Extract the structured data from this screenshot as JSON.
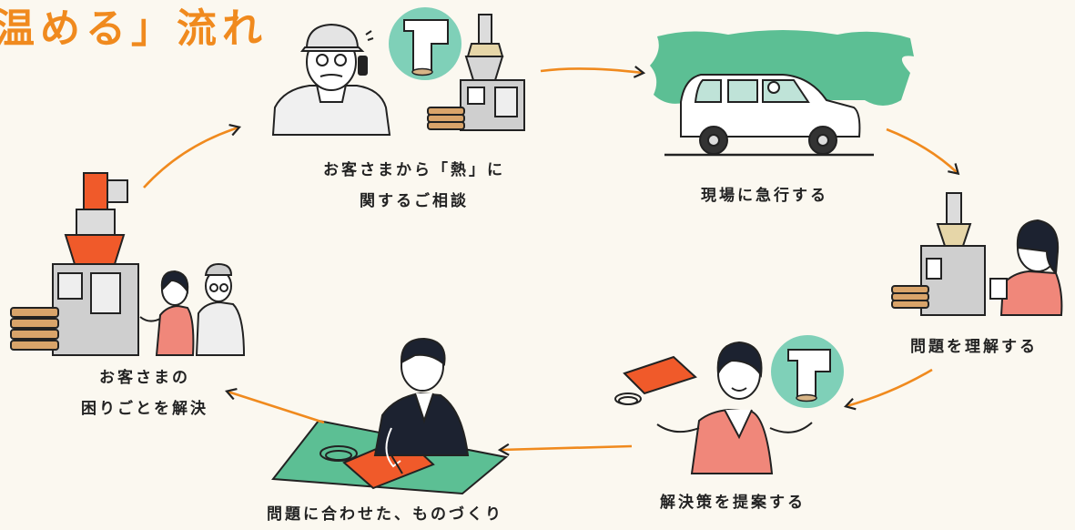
{
  "title": "温める」流れ",
  "colors": {
    "accent_orange": "#f08a1e",
    "green": "#5cbf94",
    "salmon": "#f0877a",
    "red_orange": "#f05a2a",
    "machine_gray": "#c9c9c9",
    "navy": "#1c2230"
  },
  "steps": [
    {
      "lines": [
        "お客さまから「熱」に",
        "関するご相談"
      ]
    },
    {
      "lines": [
        "現場に急行する"
      ]
    },
    {
      "lines": [
        "問題を理解する"
      ]
    },
    {
      "lines": [
        "解決策を提案する"
      ]
    },
    {
      "lines": [
        "問題に合わせた、ものづくり"
      ]
    },
    {
      "lines": [
        "お客さまの",
        "困りごとを解決"
      ]
    }
  ],
  "icons": [
    "worker-on-phone-icon",
    "powder-chute-icon",
    "factory-machine-icon",
    "car-icon",
    "trees-icon",
    "woman-taking-notes-icon",
    "woman-presenting-icon",
    "man-drafting-icon",
    "machine-with-heater-icon",
    "flow-arrow-icon"
  ]
}
